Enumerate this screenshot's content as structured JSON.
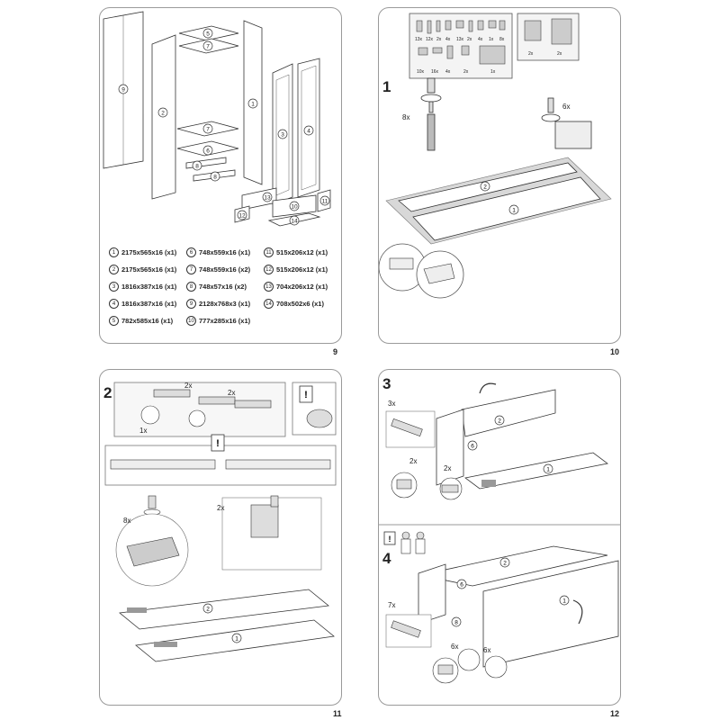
{
  "pages": [
    {
      "number": "9",
      "parts": [
        {
          "id": "1",
          "dims": "2175x565x16 (x1)"
        },
        {
          "id": "2",
          "dims": "2175x565x16 (x1)"
        },
        {
          "id": "3",
          "dims": "1816x387x16 (x1)"
        },
        {
          "id": "4",
          "dims": "1816x387x16 (x1)"
        },
        {
          "id": "5",
          "dims": "782x585x16 (x1)"
        },
        {
          "id": "6",
          "dims": "748x559x16 (x1)"
        },
        {
          "id": "7",
          "dims": "748x559x16 (x2)"
        },
        {
          "id": "8",
          "dims": "748x57x16 (x2)"
        },
        {
          "id": "9",
          "dims": "2128x768x3 (x1)"
        },
        {
          "id": "10",
          "dims": "777x285x16 (x1)"
        },
        {
          "id": "11",
          "dims": "515x206x12 (x1)"
        },
        {
          "id": "12",
          "dims": "515x206x12 (x1)"
        },
        {
          "id": "13",
          "dims": "704x206x12 (x1)"
        },
        {
          "id": "14",
          "dims": "708x502x6 (x1)"
        }
      ]
    },
    {
      "number": "10",
      "step": "1",
      "qty_a": "8x",
      "qty_b": "6x",
      "hw_counts": [
        "13x",
        "12x",
        "2x",
        "4x",
        "13x",
        "2x",
        "4x",
        "1x",
        "8x",
        "10x",
        "16x",
        "4x",
        "2x",
        "1x"
      ],
      "hw_box_counts": [
        "2x",
        "2x"
      ]
    },
    {
      "number": "11",
      "step": "2",
      "qty_a": "2x",
      "qty_b": "2x",
      "qty_c": "1x",
      "qty_d": "8x",
      "qty_e": "2x"
    },
    {
      "number": "12",
      "step_a": "3",
      "step_b": "4",
      "qty_a": "3x",
      "qty_b": "2x",
      "qty_c": "2x",
      "qty_d": "7x",
      "qty_e": "6x",
      "qty_f": "6x"
    }
  ]
}
